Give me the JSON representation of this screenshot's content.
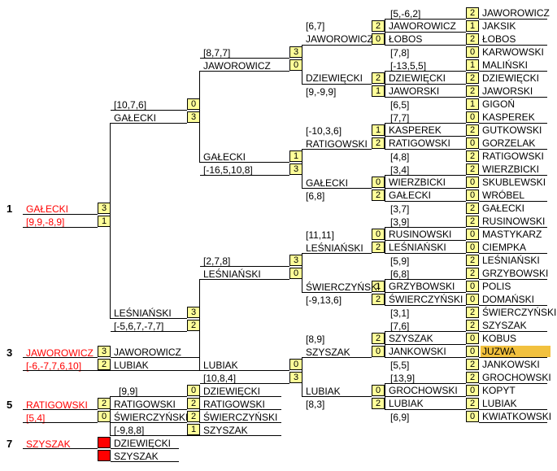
{
  "match1": {
    "rank": "1",
    "winner": "GAŁECKI",
    "sets": "[9,9,-8,9]",
    "scores": [
      "3",
      "1"
    ]
  },
  "round1": [
    {
      "top": "JAWOROWICZ",
      "bottom": "JAKSIK",
      "scores": [
        "2",
        "1"
      ]
    },
    {
      "top": "ŁOBOS",
      "bottom": "KARWOWSKI",
      "scores": [
        "2",
        "0"
      ]
    },
    {
      "top": "MALIŃSKI",
      "bottom": "DZIEWIĘCKI",
      "scores": [
        "1",
        "2"
      ]
    },
    {
      "top": "JAWORSKI",
      "bottom": "GIGOŃ",
      "scores": [
        "2",
        "1"
      ]
    },
    {
      "top": "KASPEREK",
      "bottom": "GUTKOWSKI",
      "scores": [
        "0",
        "2"
      ]
    },
    {
      "top": "GORZELAK",
      "bottom": "RATIGOWSKI",
      "scores": [
        "0",
        "2"
      ]
    },
    {
      "top": "WIERZBICKI",
      "bottom": "SKUBLEWSKI",
      "scores": [
        "2",
        "0"
      ]
    },
    {
      "top": "WRÓBEL",
      "bottom": "GAŁECKI",
      "scores": [
        "0",
        "2"
      ]
    },
    {
      "top": "RUSINOWSKI",
      "bottom": "MASTYKARZ",
      "scores": [
        "2",
        "0"
      ]
    },
    {
      "top": "CIEMPKA",
      "bottom": "LEŚNIAŃSKI",
      "scores": [
        "0",
        "2"
      ]
    },
    {
      "top": "GRZYBOWSKI",
      "bottom": "POLIS",
      "scores": [
        "2",
        "0"
      ]
    },
    {
      "top": "DOMAŃSKI",
      "bottom": "ŚWIERCZYŃSKI",
      "scores": [
        "0",
        "2"
      ]
    },
    {
      "top": "SZYSZAK",
      "bottom": "KOBUS",
      "scores": [
        "2",
        "0"
      ]
    },
    {
      "top": "JUZWA",
      "bottom": "JANKOWSKI",
      "scores": [
        "0",
        "2"
      ]
    },
    {
      "top": "GROCHOWSKI",
      "bottom": "KOPYT",
      "scores": [
        "2",
        "0"
      ]
    },
    {
      "top": "LUBIAK",
      "bottom": "KWIATKOWSKI",
      "scores": [
        "2",
        "0"
      ]
    }
  ],
  "round1_sets": [
    "[5,-6,2]",
    "[7,8]",
    "[-13,5,5]",
    "[6,5]",
    "[7,7]",
    "[4,8]",
    "[3,4]",
    "[3,7]",
    "[3,9]",
    "[5,9]",
    "[6,8]",
    "[3,1]",
    "[7,6]",
    "[5,5]",
    "[13,9]",
    "[6,9]"
  ],
  "round2": [
    {
      "top": "JAWOROWICZ",
      "bottom": "ŁOBOS",
      "scores": [
        "2",
        "0"
      ],
      "sets": "[6,7]",
      "sets_below": "[5,-6,2]"
    },
    {
      "top": "DZIEWIĘCKI",
      "bottom": "JAWORSKI",
      "scores": [
        "2",
        "1"
      ],
      "sets": "[9,-9,9]"
    },
    {
      "top": "KASPEREK",
      "bottom": "RATIGOWSKI",
      "scores": [
        "1",
        "2"
      ],
      "sets": "[-10,3,6]"
    },
    {
      "top": "WIERZBICKI",
      "bottom": "GAŁECKI",
      "scores": [
        "0",
        "2"
      ],
      "sets": "[6,8]"
    },
    {
      "top": "RUSINOWSKI",
      "bottom": "LEŚNIAŃSKI",
      "scores": [
        "0",
        "2"
      ],
      "sets": "[11,11]"
    },
    {
      "top": "GRZYBOWSKI",
      "bottom": "ŚWIERCZYŃSKI",
      "scores": [
        "1",
        "2"
      ],
      "sets": "[-9,13,6]"
    },
    {
      "top": "SZYSZAK",
      "bottom": "JANKOWSKI",
      "scores": [
        "2",
        "0"
      ],
      "sets": "[8,9]"
    },
    {
      "top": "GROCHOWSKI",
      "bottom": "LUBIAK",
      "scores": [
        "0",
        "2"
      ],
      "sets": "[8,3]"
    }
  ],
  "round3": [
    {
      "top": "JAWOROWICZ",
      "bottom": "DZIEWIĘCKI",
      "scores": [
        "3",
        "0"
      ],
      "sets": "[8,7,7]"
    },
    {
      "top": "RATIGOWSKI",
      "bottom": "GAŁECKI",
      "scores": [
        "1",
        "3"
      ],
      "sets": "[-16,5,10,8]"
    },
    {
      "top": "LEŚNIAŃSKI",
      "bottom": "ŚWIERCZYŃSKI",
      "scores": [
        "3",
        "0"
      ],
      "sets": "[2,7,8]"
    },
    {
      "top": "SZYSZAK",
      "bottom": "LUBIAK",
      "scores": [
        "0",
        "3"
      ],
      "sets": "[10,8,4]"
    }
  ],
  "semi": [
    {
      "top": "JAWOROWICZ",
      "bottom": "GAŁECKI",
      "scores": [
        "0",
        "3"
      ],
      "sets": "[10,7,6]"
    },
    {
      "top": "LEŚNIAŃSKI",
      "bottom": "LUBIAK",
      "scores": [
        "3",
        "2"
      ],
      "sets": "[-5,6,7,-7,7]"
    }
  ],
  "final_winner": "GAŁECKI",
  "final_loser": "LEŚNIAŃSKI",
  "place3": {
    "rank": "3",
    "winner": "JAWOROWICZ",
    "sets": "[-6,-7,7,6,10]",
    "top": "JAWOROWICZ",
    "bottom": "LUBIAK",
    "scores": [
      "3",
      "2"
    ]
  },
  "place5": {
    "rank": "5",
    "winner": "RATIGOWSKI",
    "sets": "[5,4]",
    "top": "RATIGOWSKI",
    "bottom": "ŚWIERCZYŃSKI",
    "scores": [
      "2",
      "0"
    ],
    "semi_sets": "[9,9]",
    "semi1": {
      "top": "DZIEWIĘCKI",
      "bottom": "RATIGOWSKI",
      "scores": [
        "0",
        "2"
      ]
    },
    "semi2": {
      "top": "ŚWIERCZYŃSKI",
      "bottom": "SZYSZAK",
      "scores": [
        "2",
        "1"
      ],
      "sets": "[-9,8,8]"
    }
  },
  "place7": {
    "rank": "7",
    "winner": "SZYSZAK",
    "top": "DZIEWIĘCKI",
    "bottom": "SZYSZAK"
  },
  "colors": {
    "winner": "#ff0000",
    "score_box": "#ffff99",
    "highlight": "#f2c13e"
  }
}
